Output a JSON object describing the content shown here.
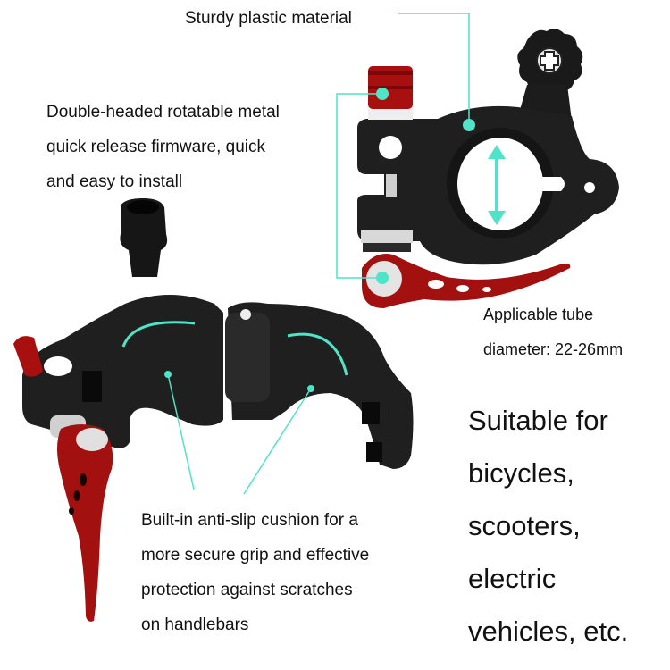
{
  "colors": {
    "accent": "#4fe3c8",
    "clamp_body": "#1f1f1f",
    "quick_release_red": "#a81010",
    "background": "#ffffff",
    "text": "#111111"
  },
  "callouts": {
    "material": {
      "text": "Sturdy plastic material"
    },
    "quick_release": {
      "lines": [
        "Double-headed rotatable metal",
        "quick release firmware, quick",
        "and easy to install"
      ]
    },
    "tube_diameter": {
      "lines": [
        "Applicable tube",
        "diameter: 22-26mm"
      ]
    },
    "cushion": {
      "lines": [
        "Built-in anti-slip cushion for a",
        "more secure grip and effective",
        "protection against scratches",
        "on handlebars"
      ]
    },
    "suitable": {
      "lines": [
        "Suitable for",
        "bicycles,",
        "scooters,",
        "electric",
        "vehicles, etc."
      ]
    }
  },
  "icons": {
    "knob_top_right": "cross-screw-knob",
    "diameter_arrow": "double-arrow-vertical",
    "callout_dot": "accent-dot"
  }
}
